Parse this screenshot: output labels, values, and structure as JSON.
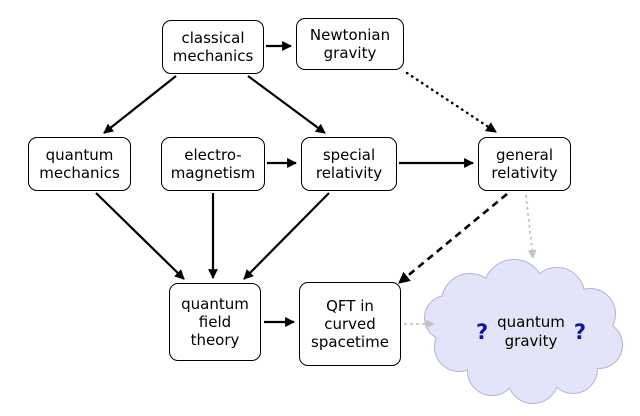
{
  "diagram": {
    "nodes": {
      "classical_mechanics": {
        "label": "classical\nmechanics"
      },
      "newtonian_gravity": {
        "label": "Newtonian\ngravity"
      },
      "quantum_mechanics": {
        "label": "quantum\nmechanics"
      },
      "electromagnetism": {
        "label": "electro-\nmagnetism"
      },
      "special_relativity": {
        "label": "special\nrelativity"
      },
      "general_relativity": {
        "label": "general\nrelativity"
      },
      "quantum_field_theory": {
        "label": "quantum\nfield\ntheory"
      },
      "qft_curved_spacetime": {
        "label": "QFT in\ncurved\nspacetime"
      },
      "quantum_gravity": {
        "label": "quantum\ngravity",
        "question_left": "?",
        "question_right": "?"
      }
    },
    "edges": [
      {
        "from": "classical mechanics",
        "to": "Newtonian gravity",
        "style": "solid"
      },
      {
        "from": "classical mechanics",
        "to": "quantum mechanics",
        "style": "solid"
      },
      {
        "from": "classical mechanics",
        "to": "special relativity",
        "style": "solid"
      },
      {
        "from": "electro-magnetism",
        "to": "special relativity",
        "style": "solid"
      },
      {
        "from": "special relativity",
        "to": "general relativity",
        "style": "solid"
      },
      {
        "from": "quantum mechanics",
        "to": "quantum field theory",
        "style": "solid"
      },
      {
        "from": "electro-magnetism",
        "to": "quantum field theory",
        "style": "solid"
      },
      {
        "from": "special relativity",
        "to": "quantum field theory",
        "style": "solid"
      },
      {
        "from": "quantum field theory",
        "to": "QFT in curved spacetime",
        "style": "solid"
      },
      {
        "from": "Newtonian gravity",
        "to": "general relativity",
        "style": "dotted"
      },
      {
        "from": "general relativity",
        "to": "QFT in curved spacetime",
        "style": "dashed"
      },
      {
        "from": "general relativity",
        "to": "quantum gravity",
        "style": "dotted-gray"
      },
      {
        "from": "QFT in curved spacetime",
        "to": "quantum gravity",
        "style": "dotted-gray"
      }
    ],
    "colors": {
      "box_border": "#000000",
      "box_fill": "#ffffff",
      "arrow": "#000000",
      "speculative_arrow": "#c3c3c3",
      "cloud_fill": "#e4e4f8",
      "cloud_border": "#b4b4dd",
      "question_mark": "#15159a",
      "background": "#ffffff"
    }
  }
}
